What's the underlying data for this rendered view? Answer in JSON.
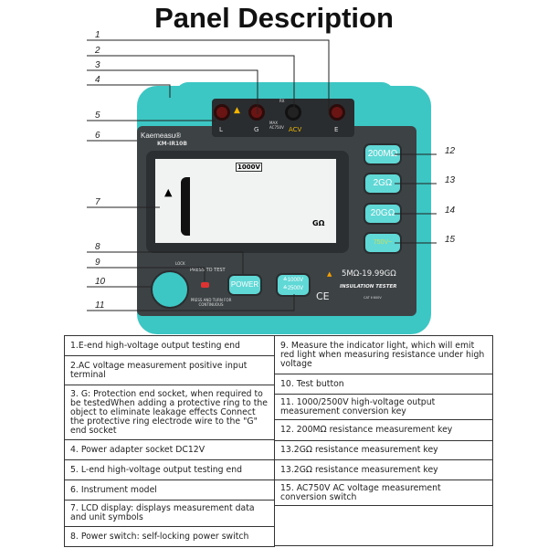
{
  "title": "Panel Description",
  "callouts": [
    "1",
    "2",
    "3",
    "4",
    "5",
    "6",
    "7",
    "8",
    "9",
    "10",
    "11",
    "12",
    "13",
    "14",
    "15"
  ],
  "device": {
    "brand": "Kaemeasu®",
    "model": "KM-IR10B",
    "terminals": {
      "l": "L",
      "g": "G",
      "acv": "ACV",
      "e": "E",
      "rx": "RX",
      "max": "MAX AC750V"
    },
    "lcd": {
      "voltage": "1000V",
      "unit": "GΩ"
    },
    "buttons": {
      "r200m": "200MΩ",
      "r2g": "2GΩ",
      "r20g": "20GΩ",
      "acv": "750V~",
      "power": "POWER",
      "volt1": "≙1000V",
      "volt2": "≙2500V"
    },
    "knob": {
      "lock": "LOCK",
      "press_to_test": "PRESS TO TEST",
      "press_turn": "PRESS AND TURN FOR CONTINUOUS"
    },
    "range": "5MΩ-19.99GΩ",
    "product": "INSULATION TESTER",
    "cat": "CAT Ⅱ 600V",
    "ce": "CE"
  },
  "left_items": [
    "1.E-end high-voltage output testing end",
    "2.AC voltage measurement positive input terminal",
    "3. G: Protection end socket, when required to be testedWhen adding a protective ring to the object to eliminate leakage effects Connect the protective ring electrode wire to the \"G\" end socket",
    "4. Power adapter socket DC12V",
    "5. L-end high-voltage output testing end",
    "6. Instrument model",
    "7. LCD display: displays measurement data and unit symbols",
    "8. Power switch: self-locking power switch"
  ],
  "right_items": [
    "9. Measure the indicator light, which will emit red light when measuring resistance under high voltage",
    "10. Test button",
    "11. 1000/2500V high-voltage output measurement conversion key",
    "12. 200MΩ resistance measurement key",
    "13.2GΩ resistance measurement key",
    "13.2GΩ resistance measurement key",
    "15. AC750V AC voltage measurement conversion switch"
  ]
}
